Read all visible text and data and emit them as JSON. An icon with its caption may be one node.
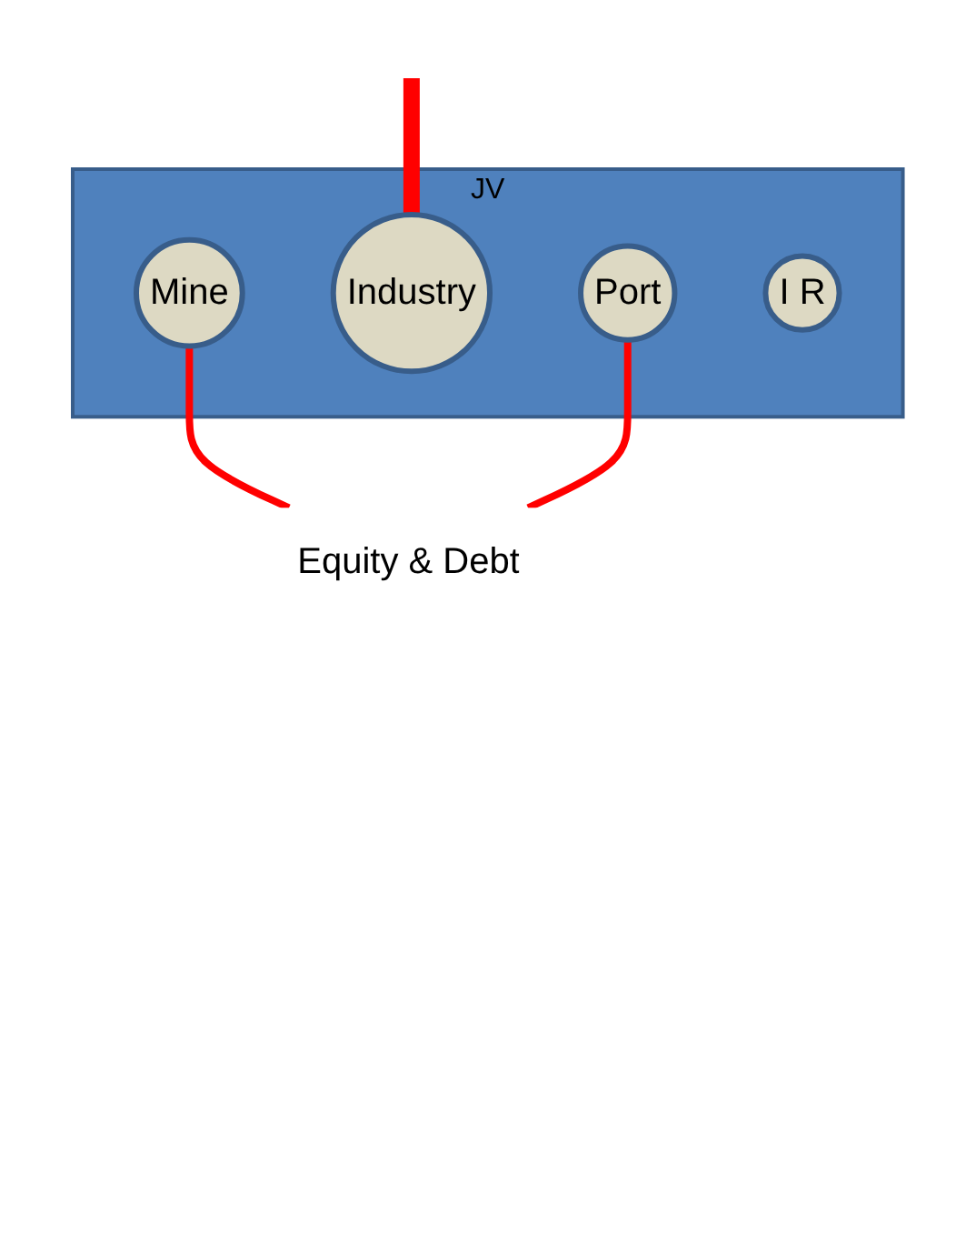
{
  "diagram": {
    "nodes": [
      {
        "text": [
          "JV"
        ]
      },
      {
        "text": [
          "Mine"
        ],
        "in": 0
      },
      {
        "text": [
          "Industry"
        ],
        "in": 0
      },
      {
        "text": [
          "Port"
        ],
        "in": 0
      },
      {
        "text": [
          "I R"
        ],
        "in": 0
      },
      {
        "text": [
          "Equity & Debt"
        ]
      }
    ],
    "edges": [
      {
        "from": 5,
        "to": 1,
        "arrow": "none"
      },
      {
        "from": 5,
        "to": 3,
        "arrow": "none"
      },
      {
        "from": 2,
        "to": null,
        "arrow": "none",
        "style": "thick"
      }
    ]
  }
}
